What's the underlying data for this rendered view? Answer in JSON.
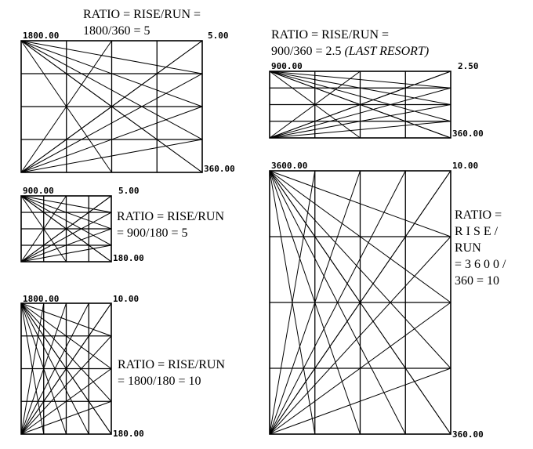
{
  "panels": [
    {
      "id": "p1",
      "top_left": "1800.00",
      "top_right": "5.00",
      "bottom_right": "360.00"
    },
    {
      "id": "p2",
      "top_left": "900.00",
      "top_right": "2.50",
      "bottom_right": "360.00"
    },
    {
      "id": "p3",
      "top_left": "900.00",
      "top_right": "5.00",
      "bottom_right": "180.00"
    },
    {
      "id": "p4",
      "top_left": "3600.00",
      "top_right": "10.00",
      "bottom_right": "360.00"
    },
    {
      "id": "p5",
      "top_left": "1800.00",
      "top_right": "10.00",
      "bottom_right": "180.00"
    }
  ],
  "captions": {
    "c1": {
      "line1": "RATIO = RISE/RUN =",
      "line2": "1800/360 = 5"
    },
    "c2": {
      "line1": "RATIO = RISE/RUN =",
      "line2a": "900/360 = 2.5 ",
      "line2b": "(LAST RESORT)"
    },
    "c3": {
      "line1": "RATIO = RISE/RUN",
      "line2": " = 900/180 = 5"
    },
    "c4": {
      "line1": "RATIO  =",
      "line2": "R I S E /",
      "line3": "RUN",
      "line4": "= 3 6 0 0 /",
      "line5": "360 = 10"
    },
    "c5": {
      "line1": "RATIO = RISE/RUN",
      "line2": " = 1800/180 = 10"
    }
  }
}
